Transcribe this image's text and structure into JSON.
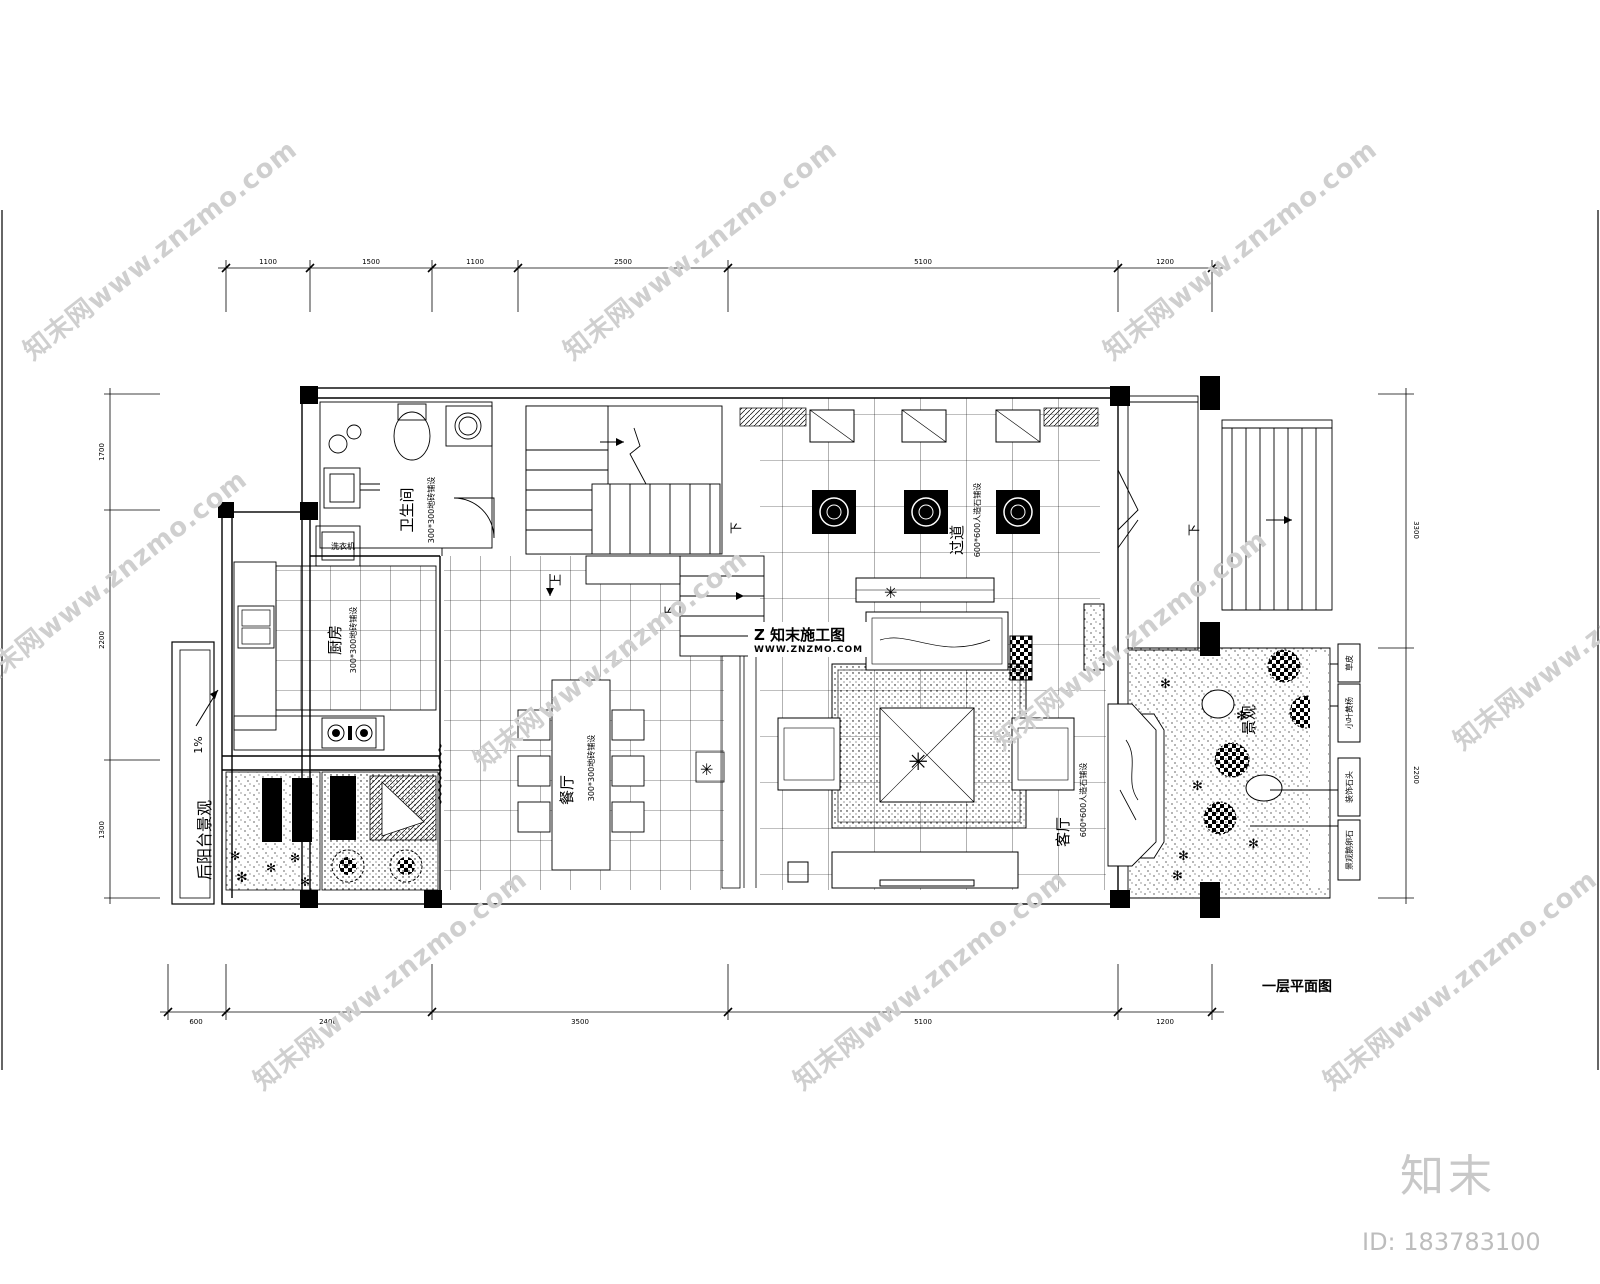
{
  "drawing": {
    "title": "一层平面图",
    "rooms": {
      "bathroom": "卫生间",
      "bathroom_floor": "300*300地砖铺设",
      "kitchen": "厨房",
      "kitchen_floor": "300*300地砖铺设",
      "dining": "餐厅",
      "dining_floor": "300*300地砖铺设",
      "corridor": "过道",
      "corridor_floor": "600*600人造石铺设",
      "living": "客厅",
      "living_floor": "600*600人造石铺设",
      "back_balcony": "后阳台景观",
      "garden": "景观"
    },
    "labels": {
      "up": "上",
      "down": "下",
      "slope": "1%",
      "washer": "洗衣机"
    },
    "garden_legend": [
      "草皮",
      "小叶黄杨",
      "装饰石头",
      "景观鹅卵石"
    ],
    "dimensions_top": [
      "1100",
      "1500",
      "1100",
      "2500",
      "5100",
      "1200"
    ],
    "dimensions_bottom": [
      "600",
      "2400",
      "3500",
      "5100",
      "1200"
    ],
    "dimensions_left": [
      "1700",
      "2200",
      "1300"
    ],
    "dimensions_right": [
      "3300",
      "2200"
    ]
  },
  "watermark": {
    "text": "知末网www.znzmo.com",
    "logo_name": "知末施工图",
    "logo_url": "WWW.ZNZMO.COM",
    "brand": "知末",
    "id": "ID: 183783100"
  }
}
